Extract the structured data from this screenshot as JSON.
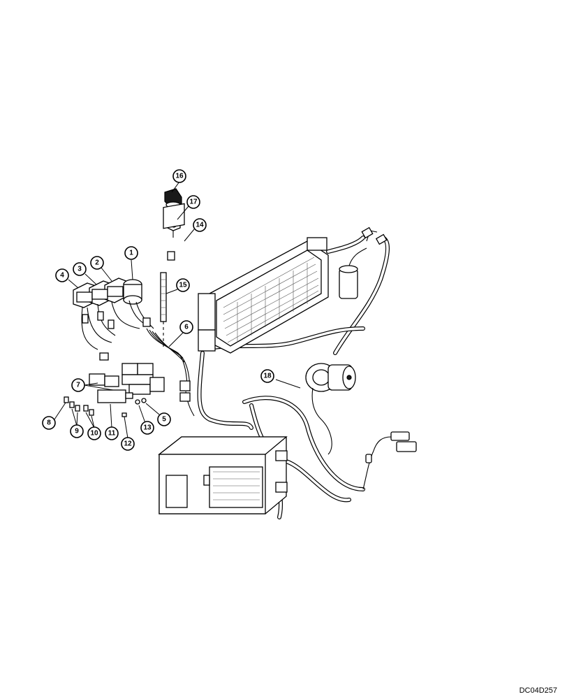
{
  "drawing_code": "DC04D257",
  "callouts": [
    {
      "id": "c1",
      "label": "1"
    },
    {
      "id": "c2",
      "label": "2"
    },
    {
      "id": "c3",
      "label": "3"
    },
    {
      "id": "c4",
      "label": "4"
    },
    {
      "id": "c5",
      "label": "5"
    },
    {
      "id": "c6",
      "label": "6"
    },
    {
      "id": "c7",
      "label": "7"
    },
    {
      "id": "c8",
      "label": "8"
    },
    {
      "id": "c9",
      "label": "9"
    },
    {
      "id": "c10",
      "label": "10"
    },
    {
      "id": "c11",
      "label": "11"
    },
    {
      "id": "c12",
      "label": "12"
    },
    {
      "id": "c13",
      "label": "13"
    },
    {
      "id": "c14",
      "label": "14"
    },
    {
      "id": "c15",
      "label": "15"
    },
    {
      "id": "c16",
      "label": "16"
    },
    {
      "id": "c17",
      "label": "17"
    },
    {
      "id": "c18",
      "label": "18"
    }
  ]
}
